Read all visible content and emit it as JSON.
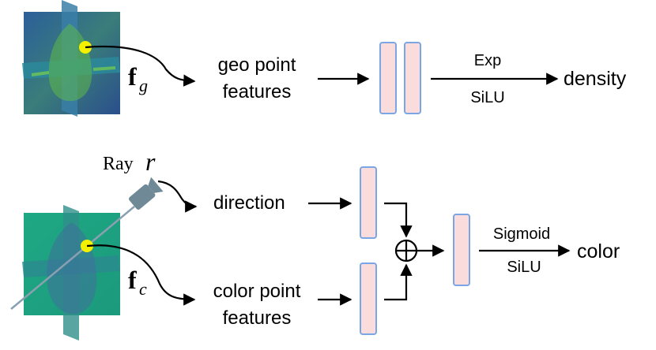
{
  "top": {
    "feature_symbol": "f",
    "feature_subscript": "g",
    "input_label_line1": "geo point",
    "input_label_line2": "features",
    "activation_top": "Exp",
    "activation_bottom": "SiLU",
    "output_label": "density"
  },
  "bottom": {
    "ray_label": "Ray",
    "ray_symbol": "r",
    "feature_symbol": "f",
    "feature_subscript": "c",
    "direction_label": "direction",
    "input_label_line1": "color point",
    "input_label_line2": "features",
    "activation_top": "Sigmoid",
    "activation_bottom": "SiLU",
    "output_label": "color"
  },
  "colors": {
    "layer_fill": "#fadcdc",
    "layer_stroke": "#7aa6e6",
    "geo_volume": "#2f6aa0",
    "color_volume": "#22aa88",
    "point": "#f5f000",
    "camera": "#6f8a96"
  },
  "icons": {
    "sum": "circled-plus-icon",
    "camera": "camera-icon",
    "point": "sample-point-icon"
  }
}
